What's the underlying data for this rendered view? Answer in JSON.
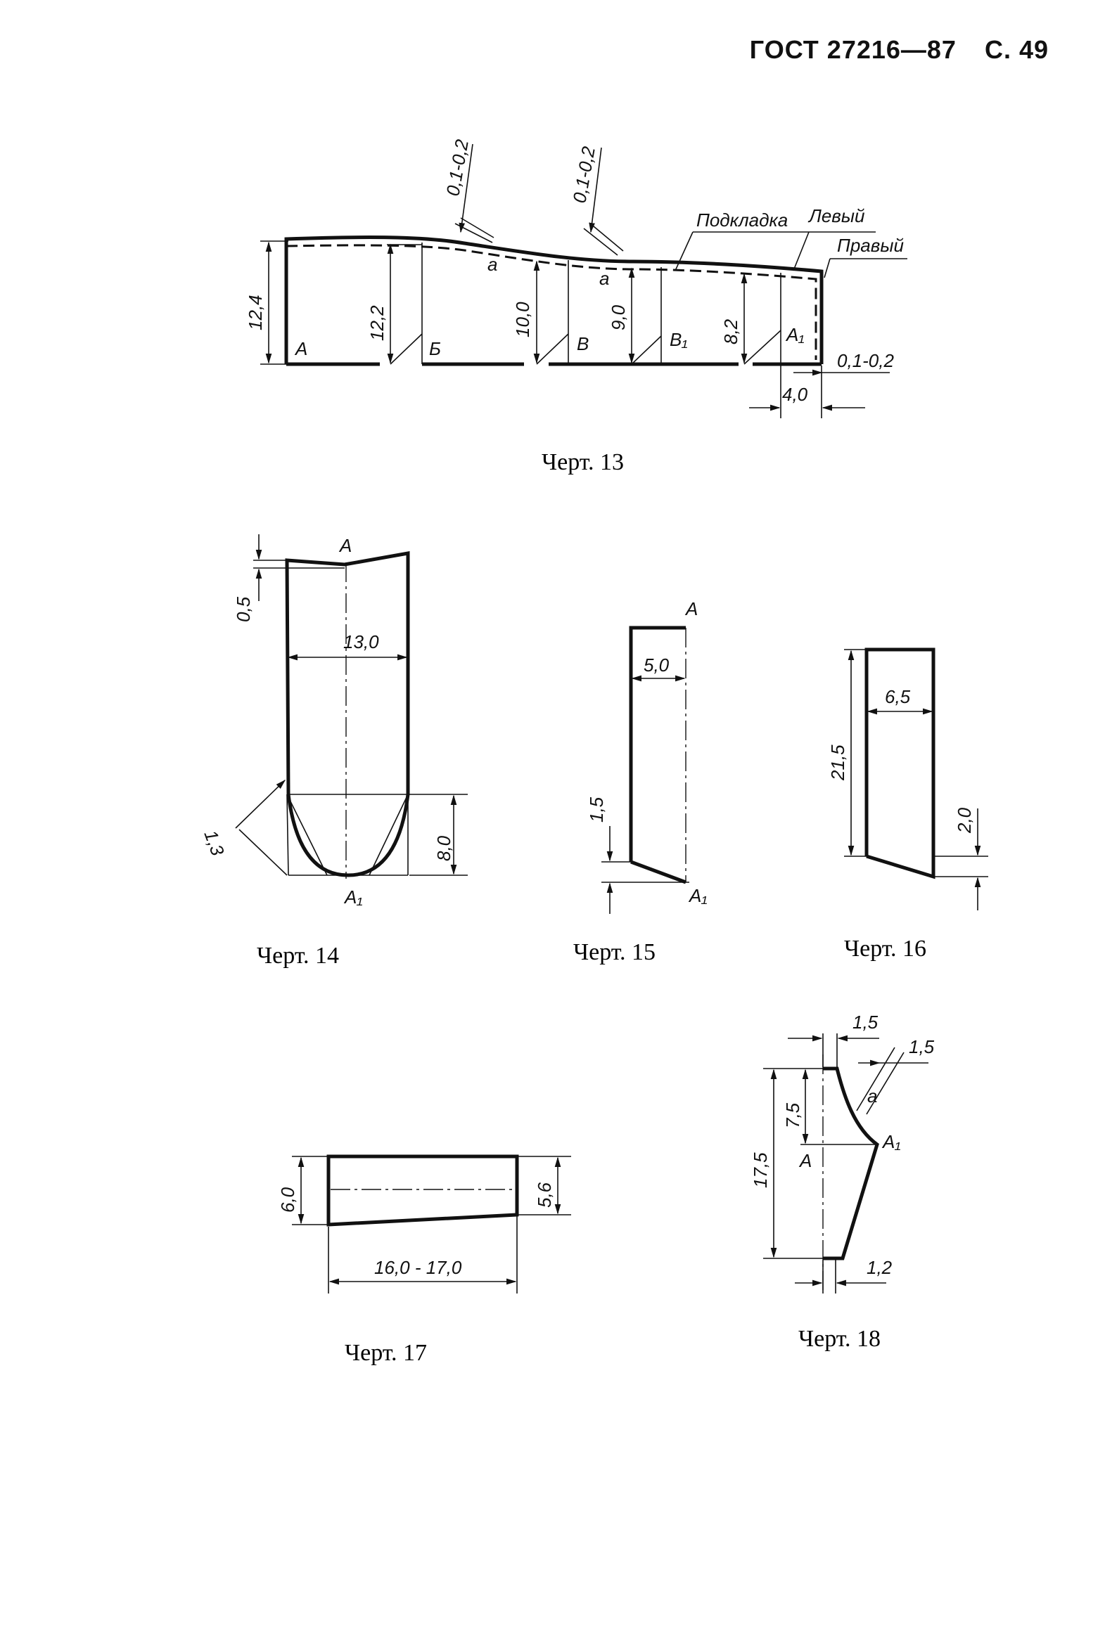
{
  "header": {
    "standard": "ГОСТ 27216—87",
    "page": "С. 49"
  },
  "drawings": {
    "ch13": {
      "caption": "Черт. 13",
      "points": [
        "А",
        "Б",
        "В",
        "В₁",
        "А₁"
      ],
      "point_a": "а",
      "dims": [
        "12,4",
        "12,2",
        "10,0",
        "9,0",
        "8,2",
        "4,0",
        "0,1-0,2",
        "0,1-0,2",
        "0,1-0,2"
      ],
      "notes": {
        "lining": "Подкладка",
        "left": "Левый",
        "right": "Правый"
      }
    },
    "ch14": {
      "caption": "Черт. 14",
      "top": "А",
      "bottom": "А₁",
      "dims": [
        "0,5",
        "13,0",
        "1,3",
        "8,0"
      ]
    },
    "ch15": {
      "caption": "Черт. 15",
      "top": "А",
      "bottom": "А₁",
      "dims": [
        "5,0",
        "1,5"
      ]
    },
    "ch16": {
      "caption": "Черт. 16",
      "dims": [
        "6,5",
        "21,5",
        "2,0"
      ]
    },
    "ch17": {
      "caption": "Черт. 17",
      "dims": [
        "6,0",
        "5,6",
        "16,0 - 17,0"
      ]
    },
    "ch18": {
      "caption": "Черт. 18",
      "point_a": "а",
      "left": "А",
      "right": "А₁",
      "dims": [
        "1,5",
        "1,5",
        "7,5",
        "17,5",
        "1,2"
      ]
    }
  }
}
